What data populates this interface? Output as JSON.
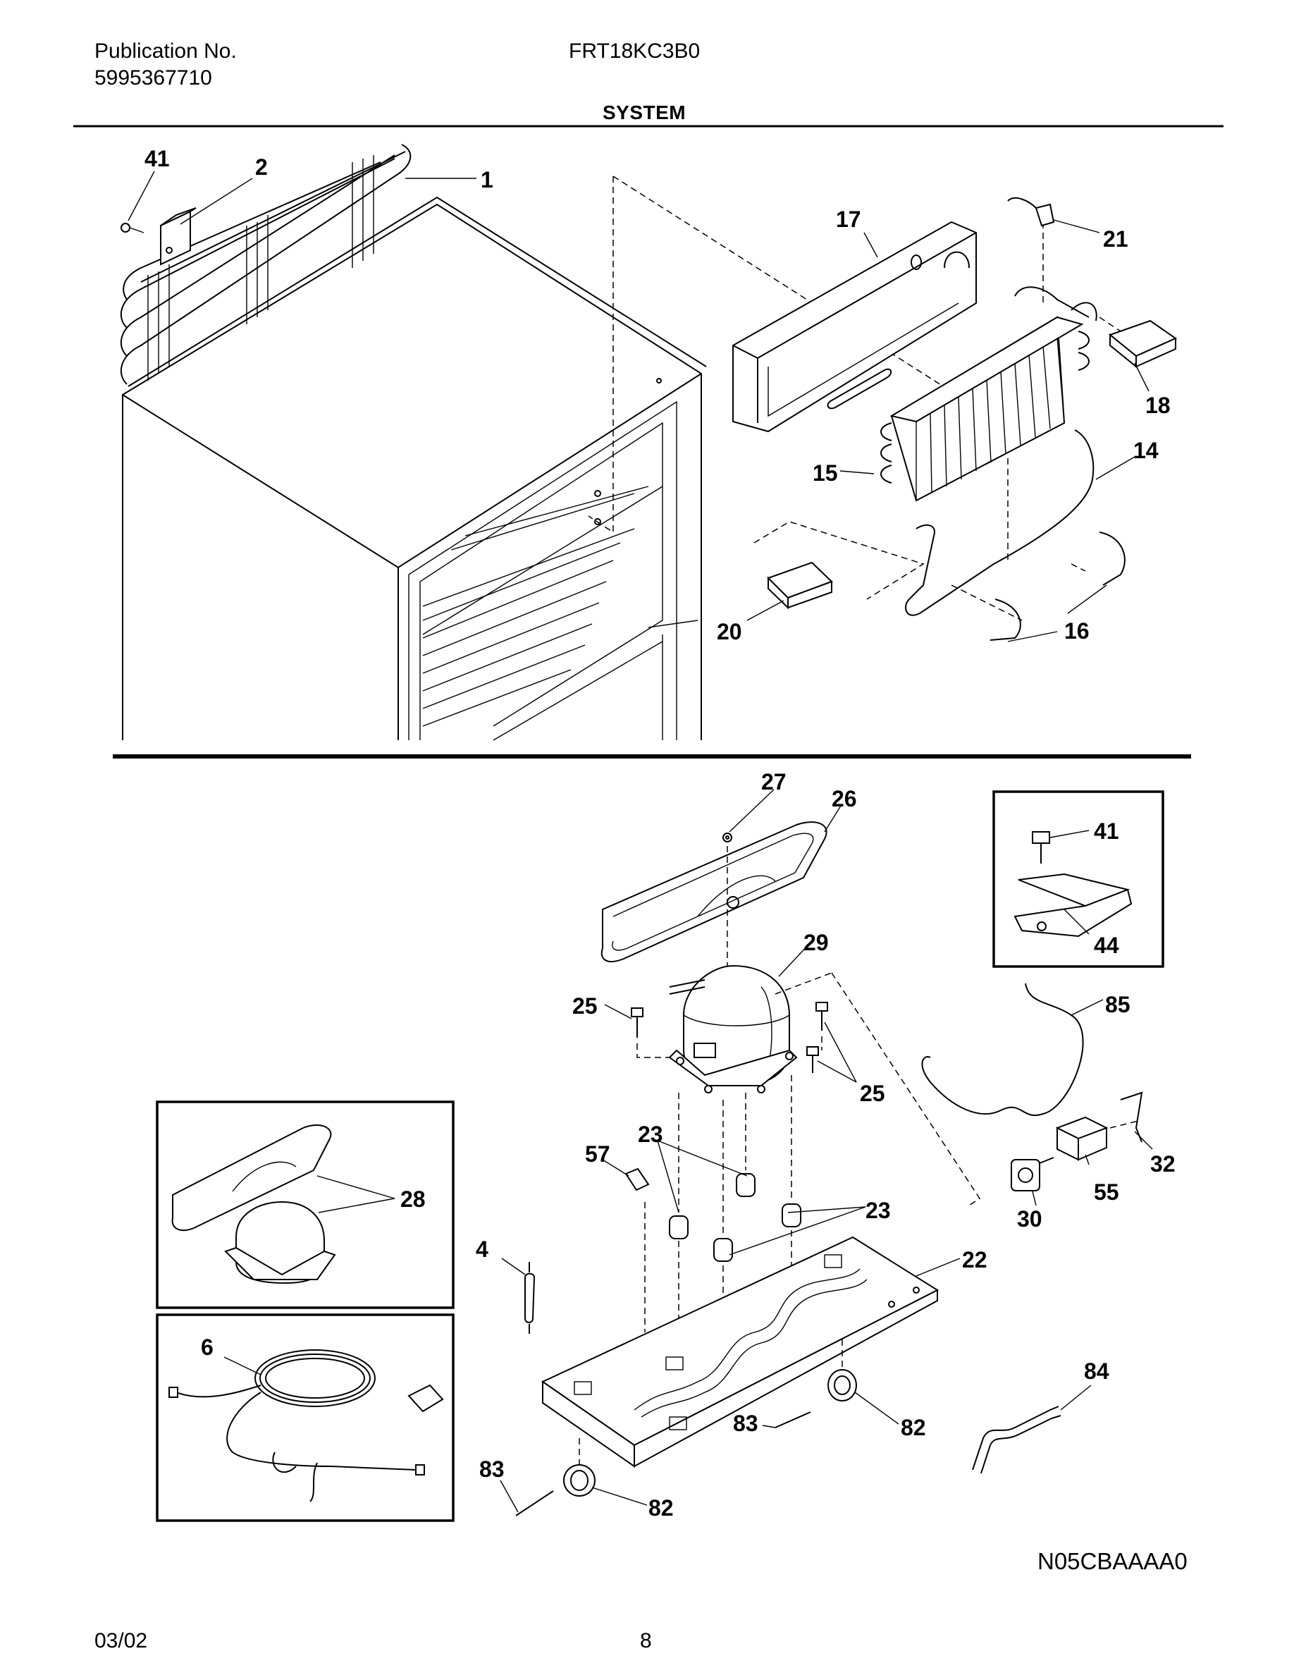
{
  "header": {
    "publication_label": "Publication No.",
    "publication_number": "5995367710",
    "model": "FRT18KC3B0",
    "section_title": "SYSTEM"
  },
  "footer": {
    "date": "03/02",
    "page_number": "8",
    "diagram_code": "N05CBAAAA0"
  },
  "callouts": {
    "c1": "1",
    "c2": "2",
    "c41a": "41",
    "c17": "17",
    "c21": "21",
    "c18": "18",
    "c15": "15",
    "c14": "14",
    "c20": "20",
    "c16": "16",
    "c27": "27",
    "c26": "26",
    "c41b": "41",
    "c44": "44",
    "c29": "29",
    "c85": "85",
    "c25a": "25",
    "c25b": "25",
    "c23a": "23",
    "c57": "57",
    "c23b": "23",
    "c28": "28",
    "c32": "32",
    "c55": "55",
    "c30": "30",
    "c4": "4",
    "c22": "22",
    "c6": "6",
    "c84": "84",
    "c83a": "83",
    "c82a": "82",
    "c83b": "83",
    "c82b": "82"
  }
}
